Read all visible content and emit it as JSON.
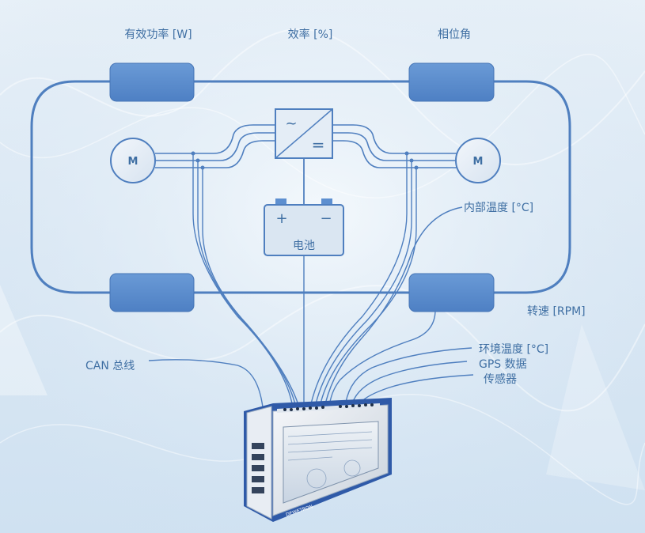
{
  "labels": {
    "active_power": "有效功率 [W]",
    "efficiency": "效率 [%]",
    "phase_angle": "相位角",
    "internal_temp": "内部温度 [°C]",
    "speed": "转速 [RPM]",
    "can_bus": "CAN 总线",
    "ambient_temp": "环境温度 [°C]",
    "gps_data": "GPS 数据",
    "sensor": "传感器"
  },
  "motor_left": "M",
  "motor_right": "M",
  "battery": {
    "label": "电池",
    "plus": "+",
    "minus": "−"
  },
  "inverter": {
    "ac_symbol": "~",
    "dc_symbol": "="
  },
  "device": {
    "brand": "DEWETRON"
  },
  "colors": {
    "line": "#4f7fbf",
    "box_fill": "#5d8fd0",
    "motor_fill": "#e4edf6",
    "label": "#3f6fa3",
    "device_frame": "#2f5aa8"
  }
}
